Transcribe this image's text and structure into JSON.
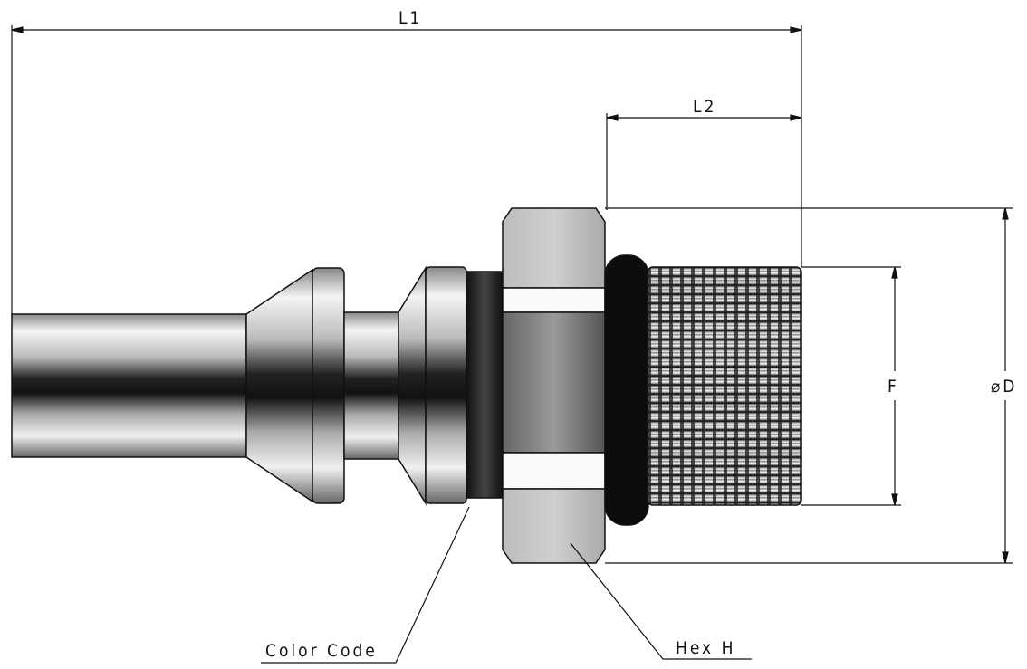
{
  "diagram": {
    "dimensions": {
      "l1": "L1",
      "l2": "L2",
      "f": "F",
      "d": "⌀D"
    },
    "callouts": {
      "color_code": "Color Code",
      "hex": "Hex H"
    }
  }
}
